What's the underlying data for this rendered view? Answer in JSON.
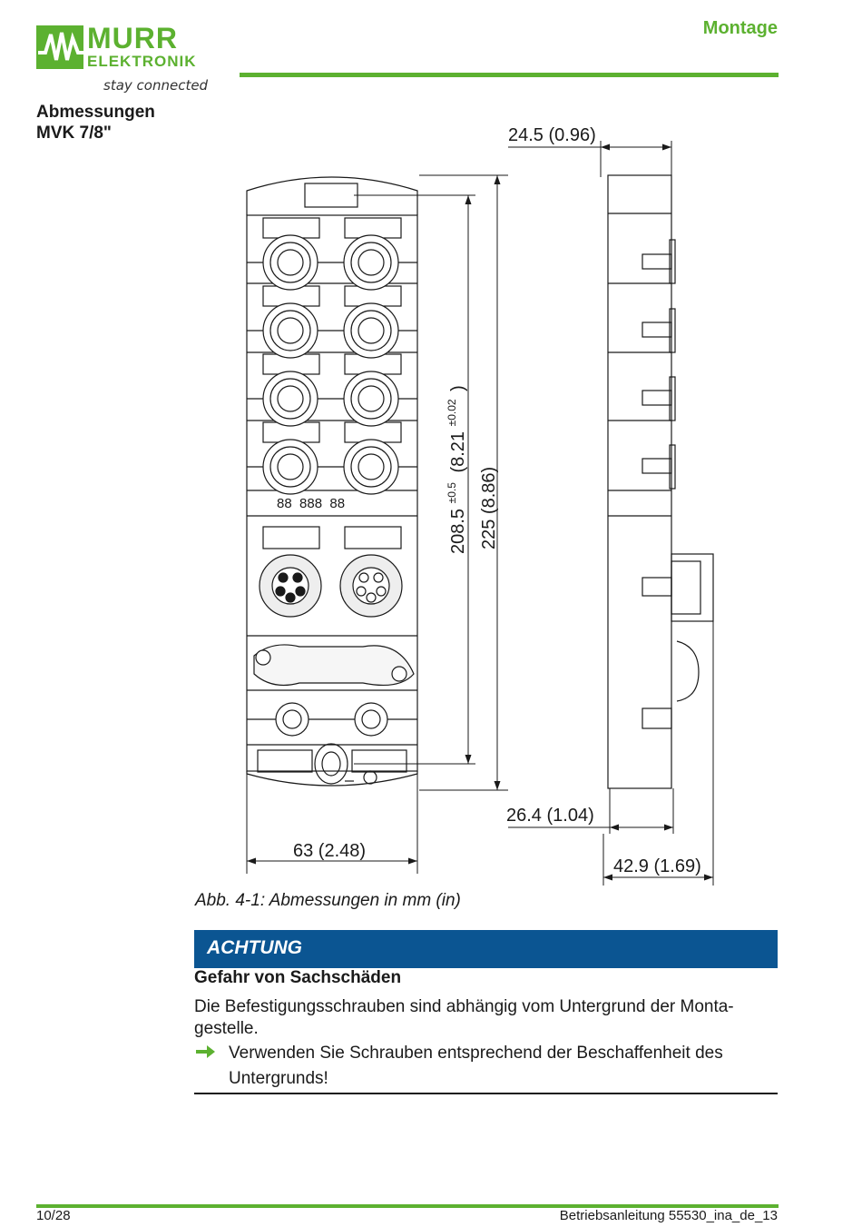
{
  "header": {
    "logo_word1": "MURR",
    "logo_word2": "ELEKTRONIK",
    "logo_tagline": "stay connected",
    "section": "Montage",
    "brand_color": "#5cb130"
  },
  "heading": {
    "line1": "Abmessungen",
    "line2": "MVK 7/8\""
  },
  "figure": {
    "dim_depth_top": "24.5 (0.96)",
    "dim_hole_spacing": "208.5",
    "dim_hole_spacing_tol": "±0.5",
    "dim_hole_spacing_in": "(8.21",
    "dim_hole_spacing_in_tol": "±0.02",
    "dim_hole_spacing_close": ")",
    "dim_height": "225 (8.86)",
    "dim_depth_mid": "26.4 (1.04)",
    "dim_width": "63 (2.48)",
    "dim_depth_total": "42.9 (1.69)",
    "display_digits": "88  888  88",
    "caption": "Abb. 4-1: Abmessungen in mm (in)"
  },
  "notice": {
    "title": "ACHTUNG",
    "subtitle": "Gefahr von Sachschäden",
    "text": "Die Befestigungsschrauben sind abhängig vom Untergrund der Monta-gestelle.",
    "action": "Verwenden Sie Schrauben entsprechend der Beschaffenheit des Untergrunds!",
    "bar_color": "#0b5592"
  },
  "footer": {
    "page": "10/28",
    "doc": "Betriebsanleitung 55530_ina_de_13"
  }
}
